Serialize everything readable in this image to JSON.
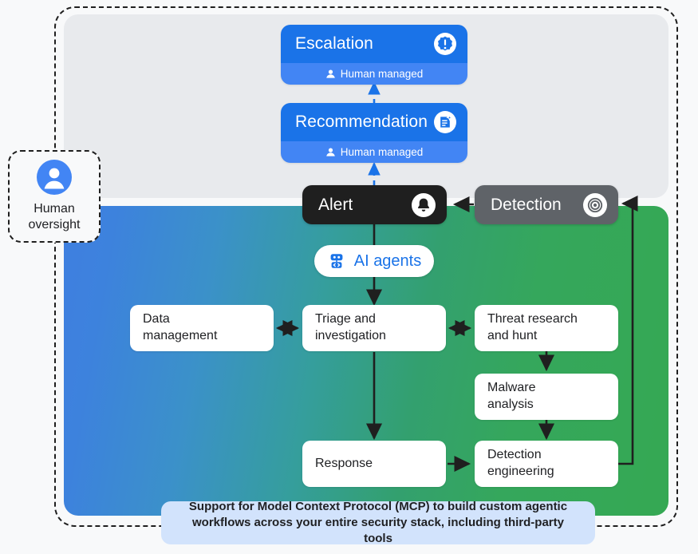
{
  "diagram": {
    "human_oversight": {
      "label": "Human\noversight",
      "icon": "person-circle-icon"
    },
    "top_cards": [
      {
        "id": "escalation",
        "title": "Escalation",
        "subtitle": "Human managed",
        "icon": "alert-badge-icon",
        "sub_icon": "person-icon",
        "color": "#1a73e8",
        "sub_color": "#4285f4"
      },
      {
        "id": "recommendation",
        "title": "Recommendation",
        "subtitle": "Human managed",
        "icon": "document-sparkle-icon",
        "sub_icon": "person-icon",
        "color": "#1a73e8",
        "sub_color": "#4285f4"
      }
    ],
    "chips": [
      {
        "id": "alert",
        "title": "Alert",
        "icon": "bell-icon",
        "color": "#1f1f1f"
      },
      {
        "id": "detection",
        "title": "Detection",
        "icon": "target-icon",
        "color": "#5f6368"
      }
    ],
    "ai_pill": {
      "label": "AI agents",
      "icon": "robot-icon",
      "color": "#1a73e8"
    },
    "process_boxes": [
      {
        "id": "data-management",
        "label": "Data\nmanagement"
      },
      {
        "id": "triage-and-investigation",
        "label": "Triage and\ninvestigation"
      },
      {
        "id": "threat-research-and-hunt",
        "label": "Threat research\nand hunt"
      },
      {
        "id": "malware-analysis",
        "label": "Malware\nanalysis"
      },
      {
        "id": "response",
        "label": "Response"
      },
      {
        "id": "detection-engineering",
        "label": "Detection\nengineering"
      }
    ],
    "banner": {
      "line1": "Support for Model Context Protocol (MCP) to build custom agentic",
      "line2": "workflows across your entire security stack, including third-party tools",
      "color": "#d2e3fc"
    },
    "palette": {
      "gradient_start": "#3f7fe0",
      "gradient_end": "#35a853",
      "grey_panel": "#e8eaed",
      "page_background": "#f8f9fa",
      "arrow": "#1f1f1f",
      "dashed_arrow": "#1a73e8"
    }
  }
}
